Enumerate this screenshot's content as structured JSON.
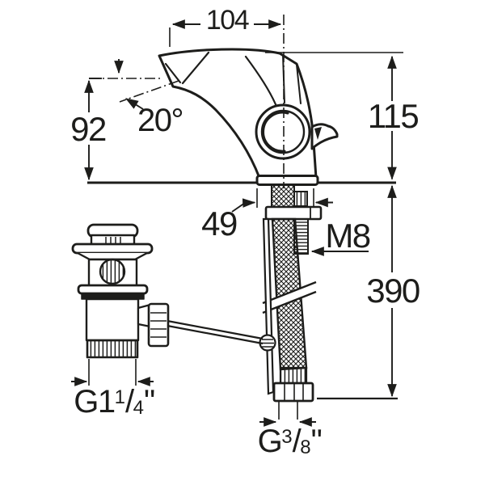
{
  "meta": {
    "type": "technical dimension drawing",
    "subject": "single-lever basin mixer tap with pop-up waste and flexible supply hoses"
  },
  "colors": {
    "line": "#1d1d1b",
    "background": "#ffffff"
  },
  "labels": {
    "spout_reach_mm": "104",
    "spout_outlet_height_mm": "92",
    "stream_angle": "20°",
    "height_above_deck_mm": "115",
    "base_depth_mm": "49",
    "fixing_stud_thread": "M8",
    "below_deck_length_mm": "390",
    "waste_thread": {
      "main": "G1",
      "sup": "1",
      "slash": "/",
      "sub": "4",
      "inch": "\""
    },
    "supply_thread": {
      "main": "G",
      "sup": "3",
      "slash": "/",
      "sub": "8",
      "inch": "\""
    }
  }
}
